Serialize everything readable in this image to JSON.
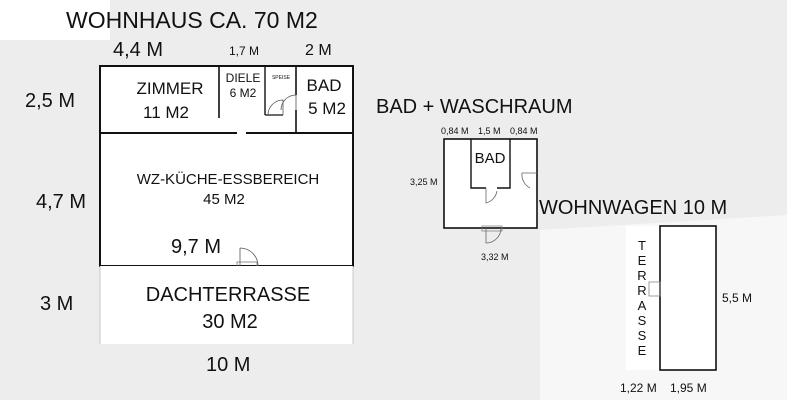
{
  "plan": {
    "wohnhaus": {
      "title": "WOHNHAUS CA. 70 M2",
      "dim_top_zimmer": "4,4 M",
      "dim_top_diele": "1,7 M",
      "dim_top_bad": "2 M",
      "dim_left_upper": "2,5 M",
      "dim_left_middle": "4,7 M",
      "dim_left_lower": "3 M",
      "dim_bottom": "10 M",
      "dim_inner_width": "9,7 M",
      "zimmer_name": "ZIMMER",
      "zimmer_area": "11 M2",
      "diele_name": "DIELE",
      "diele_area": "6 M2",
      "speise_name": "SPEISE",
      "bad_name": "BAD",
      "bad_area": "5 M2",
      "living_name": "WZ-KÜCHE-ESSBEREICH",
      "living_area": "45 M2",
      "terrasse_name": "DACHTERRASSE",
      "terrasse_area": "30 M2"
    },
    "waschraum": {
      "title": "BAD + WASCHRAUM",
      "dim_top_left": "0,84 M",
      "dim_top_middle": "1,5 M",
      "dim_top_right": "0,84 M",
      "dim_left": "3,25 M",
      "dim_bottom": "3,32 M",
      "bad_name": "BAD"
    },
    "wohnwagen": {
      "title": "WOHNWAGEN 10 M",
      "terrasse_letters": [
        "T",
        "E",
        "R",
        "R",
        "A",
        "S",
        "S",
        "E"
      ],
      "dim_right": "5,5 M",
      "dim_bottom_left": "1,22 M",
      "dim_bottom_right": "1,95 M"
    }
  }
}
